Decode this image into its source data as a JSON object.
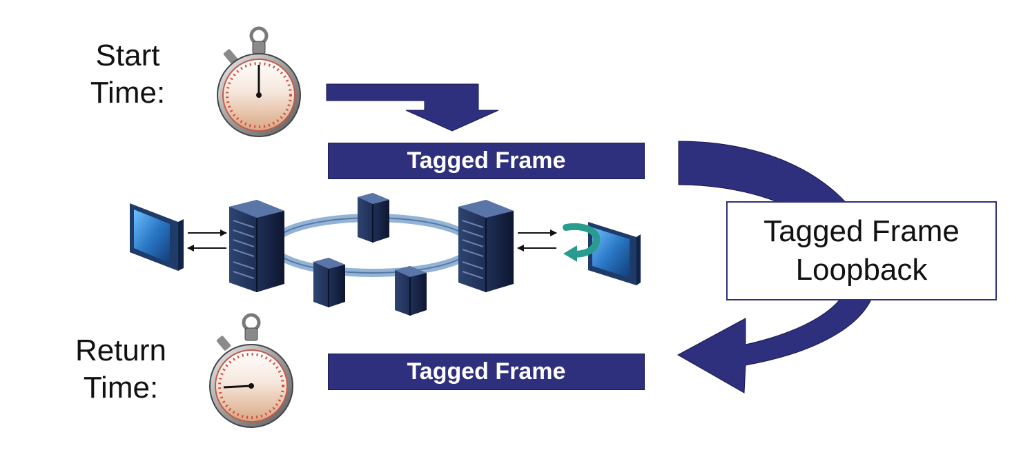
{
  "start_label": {
    "line1": "Start",
    "line2": "Time:"
  },
  "return_label": {
    "line1": "Return",
    "line2": "Time:"
  },
  "top_frame": {
    "label": "Tagged Frame"
  },
  "bottom_frame": {
    "label": "Tagged Frame"
  },
  "loopback": {
    "line1": "Tagged Frame",
    "line2": "Loopback"
  },
  "colors": {
    "arrow": "#2e2f7d",
    "frame": "#2e2f7d",
    "device": "#1d2b52",
    "screen": "#2a7fd0",
    "ring": "#7fa6cf",
    "loop_arrow": "#2a9b8f"
  },
  "icons": [
    "stopwatch-icon",
    "server-icon",
    "terminal-icon",
    "ring-network",
    "loop-arrow-icon"
  ]
}
